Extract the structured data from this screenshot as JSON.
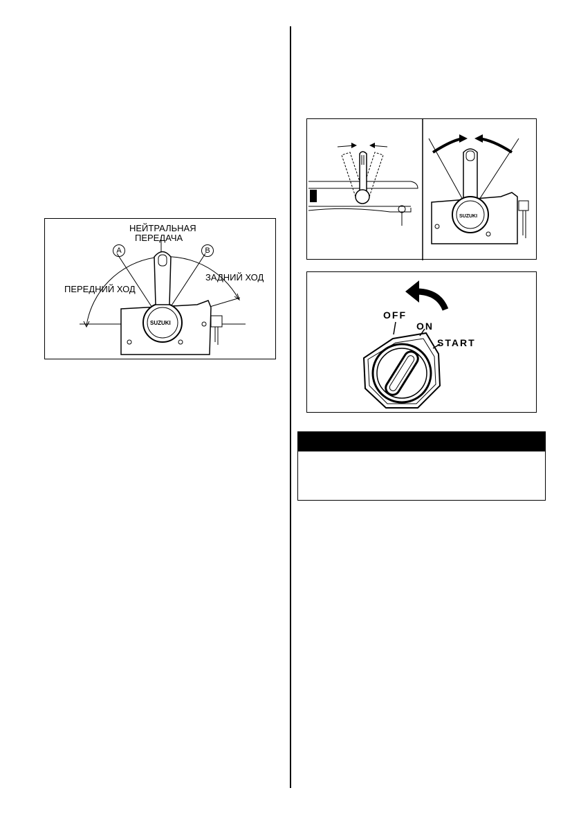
{
  "figure_shift": {
    "neutral_label_line1": "НЕЙТРАЛЬНАЯ",
    "neutral_label_line2": "ПЕРЕДАЧА",
    "forward_label": "ПЕРЕДНИЙ ХОД",
    "reverse_label": "ЗАДНИЙ ХОД",
    "marker_a": "A",
    "marker_b": "B",
    "brand": "SUZUKI"
  },
  "figure_lever_views": {
    "brand": "SUZUKI"
  },
  "figure_ignition": {
    "off_label": "OFF",
    "on_label": "ON",
    "start_label": "START"
  },
  "warning_box": {
    "header": "",
    "body": ""
  }
}
